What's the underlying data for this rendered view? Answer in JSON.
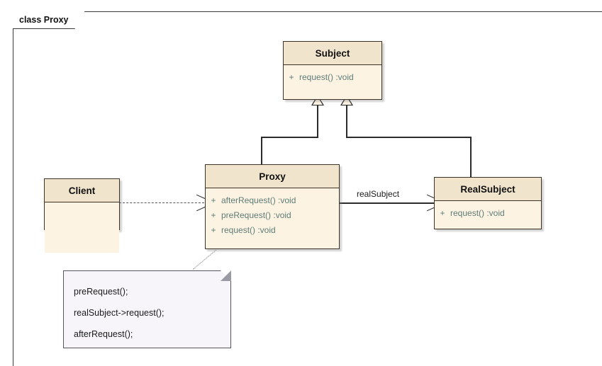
{
  "frame": {
    "label": "class Proxy"
  },
  "classes": [
    {
      "id": "subject",
      "name": "Subject",
      "members": [
        {
          "visibility": "+",
          "signature": "request()  :void"
        }
      ]
    },
    {
      "id": "client",
      "name": "Client",
      "members": []
    },
    {
      "id": "proxy",
      "name": "Proxy",
      "members": [
        {
          "visibility": "+",
          "signature": "afterRequest()  :void"
        },
        {
          "visibility": "+",
          "signature": "preRequest()  :void"
        },
        {
          "visibility": "+",
          "signature": "request()  :void"
        }
      ]
    },
    {
      "id": "realsubject",
      "name": "RealSubject",
      "members": [
        {
          "visibility": "+",
          "signature": "request()  :void"
        }
      ]
    }
  ],
  "edges": {
    "association_label": "realSubject"
  },
  "note": {
    "lines": [
      "preRequest();",
      "realSubject->request();",
      "afterRequest();"
    ]
  },
  "colors": {
    "class_fill": "#fdf3e3",
    "class_header_fill": "#f0e4cd",
    "class_border": "#3c3226",
    "member_text": "#5d7d77",
    "note_fill": "#f7f5fa",
    "note_border": "#55555f",
    "line": "#2b2b2b",
    "background": "#ffffff"
  }
}
